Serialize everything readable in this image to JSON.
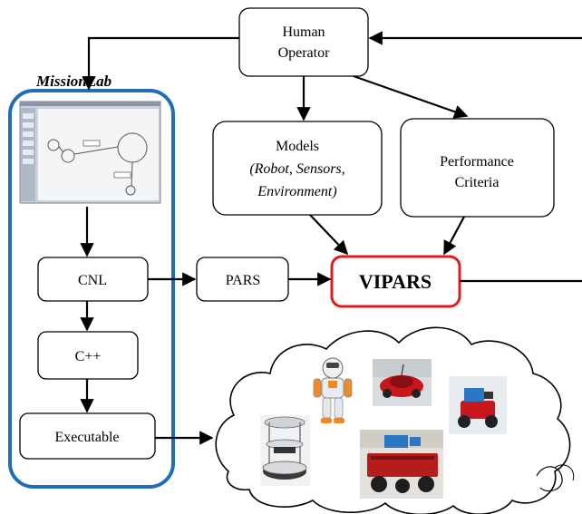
{
  "nodes": {
    "human_operator": {
      "line1": "Human",
      "line2": "Operator"
    },
    "models": {
      "line1": "Models",
      "line2": "(Robot, Sensors,",
      "line3": "Environment)"
    },
    "performance": {
      "line1": "Performance",
      "line2": "Criteria"
    },
    "vipars": {
      "label": "VIPARS"
    },
    "pars": {
      "label": "PARS"
    },
    "cnl": {
      "label": "CNL"
    },
    "cpp": {
      "label": "C++"
    },
    "executable": {
      "label": "Executable"
    }
  },
  "missionlab": {
    "title": "MissionLab"
  },
  "colors": {
    "missionlab_border": "#1f6fb8",
    "vipars_border": "#e01b1b",
    "stroke": "#000000"
  }
}
